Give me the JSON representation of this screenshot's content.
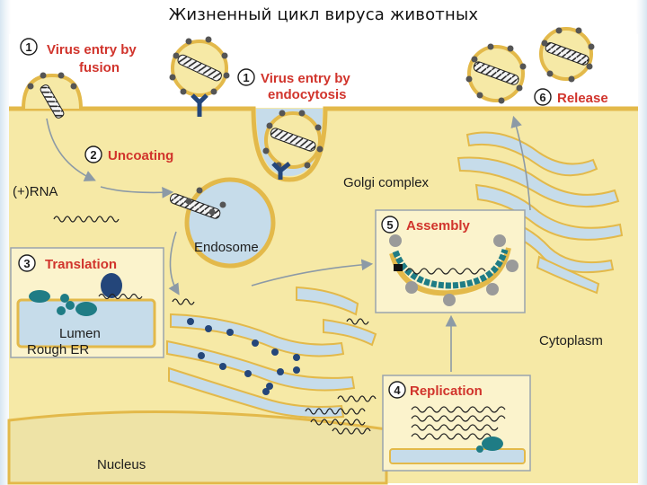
{
  "title": "Жизненный цикл вируса животных",
  "steps": {
    "s1a": {
      "num": "1",
      "line1": "Virus entry by",
      "line2": "fusion"
    },
    "s1b": {
      "num": "1",
      "line1": "Virus entry by",
      "line2": "endocytosis"
    },
    "s2": {
      "num": "2",
      "label": "Uncoating"
    },
    "s3": {
      "num": "3",
      "label": "Translation"
    },
    "s4": {
      "num": "4",
      "label": "Replication"
    },
    "s5": {
      "num": "5",
      "label": "Assembly"
    },
    "s6": {
      "num": "6",
      "label": "Release"
    }
  },
  "labels": {
    "rna": "(+)RNA",
    "endosome": "Endosome",
    "golgi": "Golgi complex",
    "lumen": "Lumen",
    "rough_er": "Rough ER",
    "cytoplasm": "Cytoplasm",
    "nucleus": "Nucleus"
  },
  "colors": {
    "cytoplasm": "#f6e9a6",
    "membrane": "#e3b94a",
    "organelle": "#c6dcea",
    "step_label": "#d1342c",
    "protein": "#1f7c85",
    "ribosome": "#24467a"
  }
}
